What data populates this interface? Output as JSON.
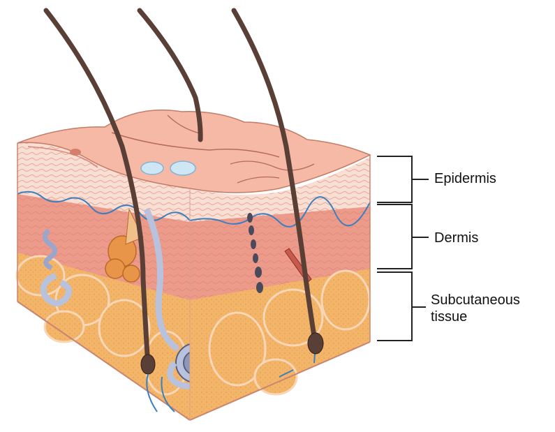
{
  "layers": {
    "epidermis": "Epidermis",
    "dermis": "Dermis",
    "subcutaneous_line1": "Subcutaneous",
    "subcutaneous_line2": "tissue"
  },
  "colors": {
    "surface": "#f6b9a6",
    "epidermis_side": "#f8d9cc",
    "dermis": "#ee9d8d",
    "fat": "#f2b56a",
    "hair": "#5a3f36",
    "vein": "#3a7fc1",
    "gland": "#b9c2dd"
  }
}
